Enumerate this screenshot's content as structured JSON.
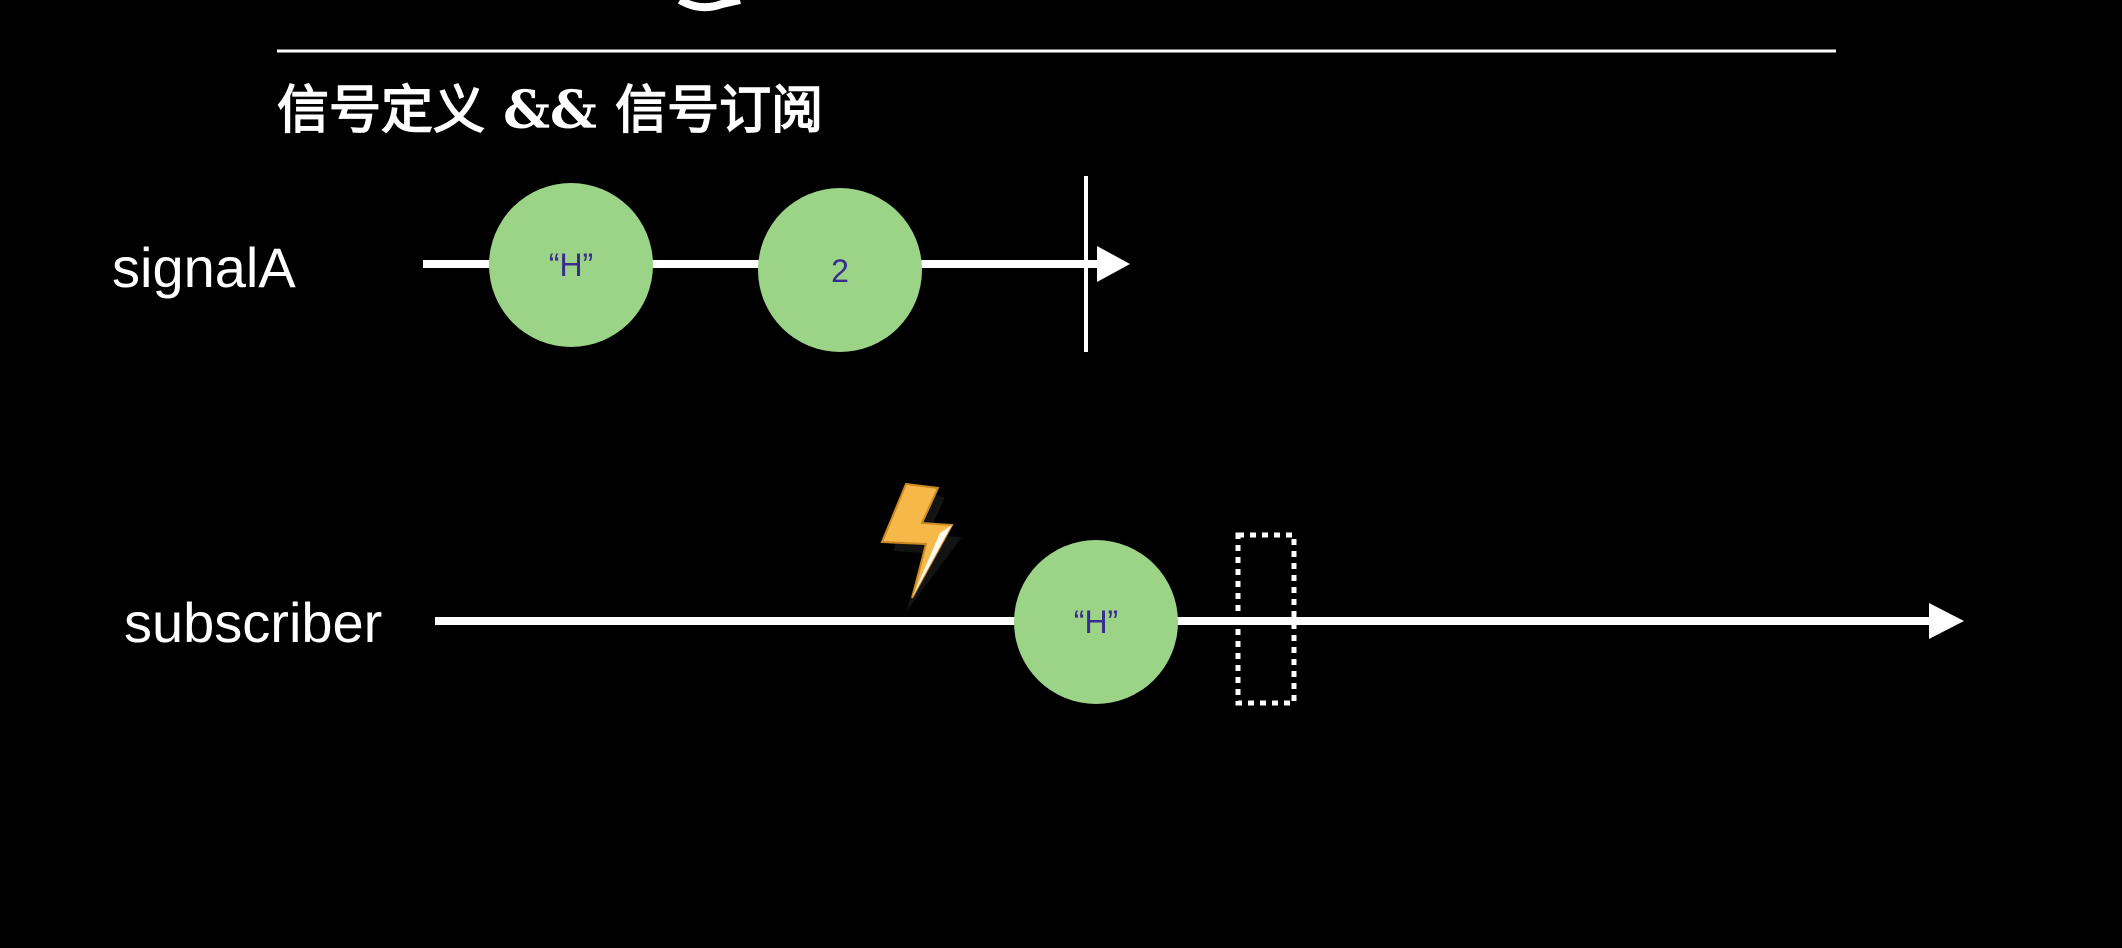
{
  "slide": {
    "title": "信号定义 && 信号订阅"
  },
  "signalA": {
    "label": "signalA",
    "events": [
      {
        "value": "“H”"
      },
      {
        "value": "2"
      }
    ],
    "completed": true
  },
  "subscriber": {
    "label": "subscriber",
    "trigger_icon": "lightning-bolt-icon",
    "events": [
      {
        "value": "“H”"
      }
    ],
    "pending_placeholder": "dotted-rectangle"
  },
  "colors": {
    "background": "#000000",
    "line": "#ffffff",
    "event_fill": "#9bd387",
    "event_text": "#3b2d8f",
    "bolt_fill": "#f7b84a"
  }
}
